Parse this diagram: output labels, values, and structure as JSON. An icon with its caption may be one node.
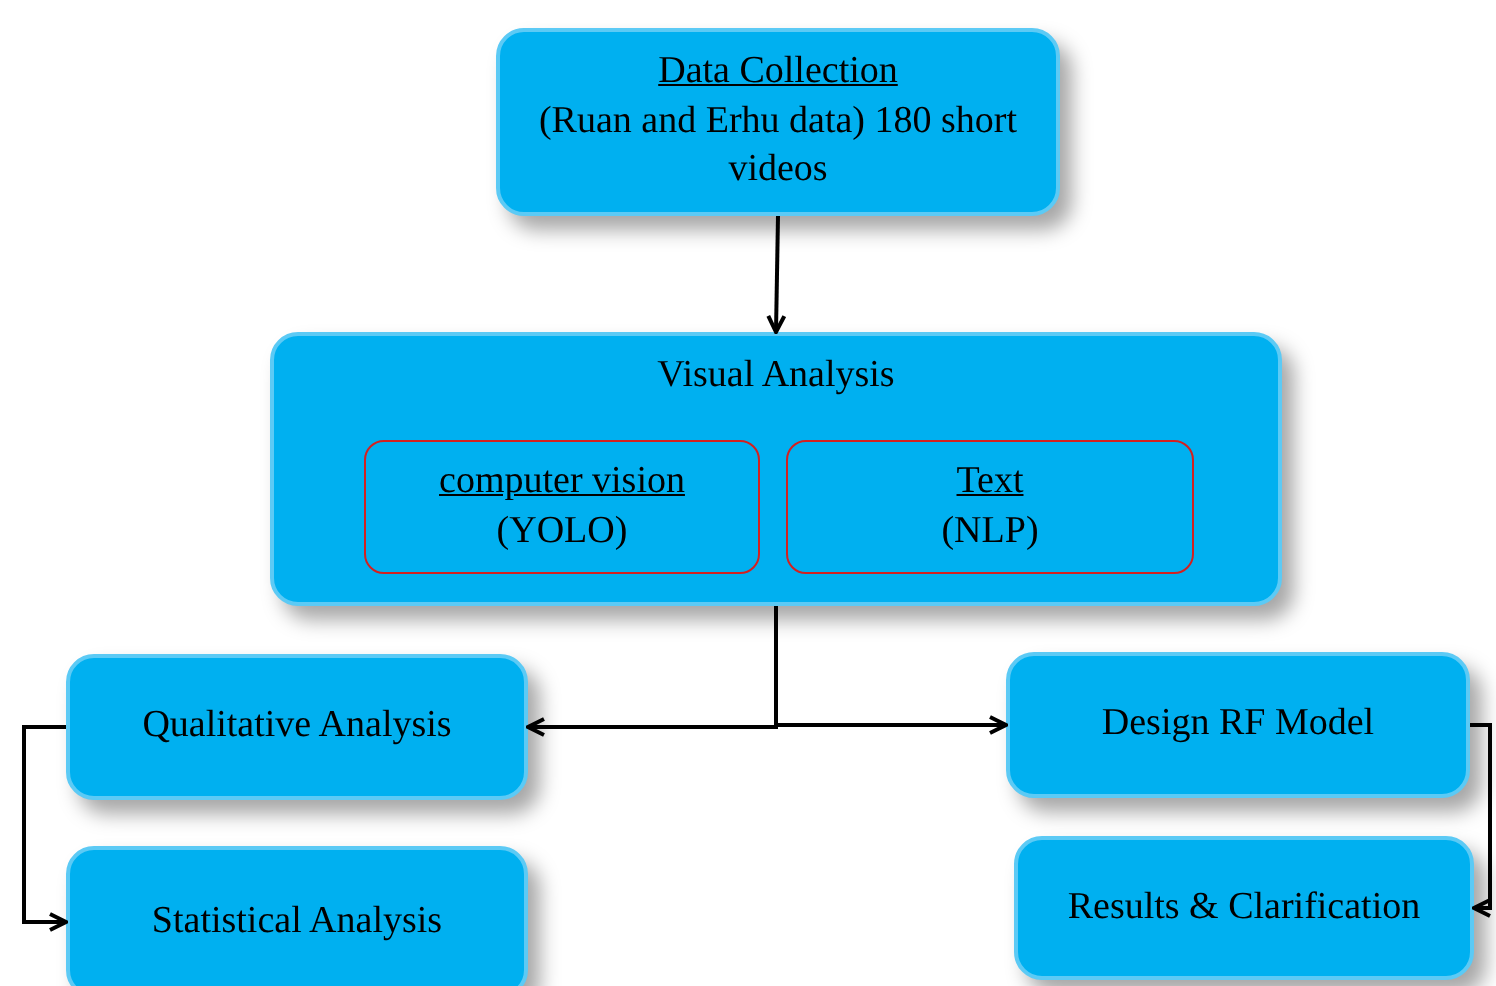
{
  "diagram": {
    "nodes": [
      {
        "text": [
          "Data Collection",
          "(Ruan and Erhu data) 180 short videos"
        ]
      },
      {
        "text": [
          "Visual Analysis"
        ]
      },
      {
        "text": [
          "computer vision",
          "(YOLO)"
        ],
        "in": 1
      },
      {
        "text": [
          "Text",
          "(NLP)"
        ],
        "in": 1
      },
      {
        "text": [
          "Qualitative Analysis"
        ]
      },
      {
        "text": [
          "Design RF Model"
        ]
      },
      {
        "text": [
          "Statistical Analysis"
        ]
      },
      {
        "text": [
          "Results & Clarification"
        ]
      }
    ],
    "edges": [
      {
        "from": 0,
        "to": 1,
        "arrow": "to"
      },
      {
        "from": 1,
        "to": 4,
        "arrow": "to"
      },
      {
        "from": 1,
        "to": 5,
        "arrow": "to"
      },
      {
        "from": 4,
        "to": 6,
        "arrow": "to"
      },
      {
        "from": 5,
        "to": 7,
        "arrow": "to"
      }
    ]
  }
}
